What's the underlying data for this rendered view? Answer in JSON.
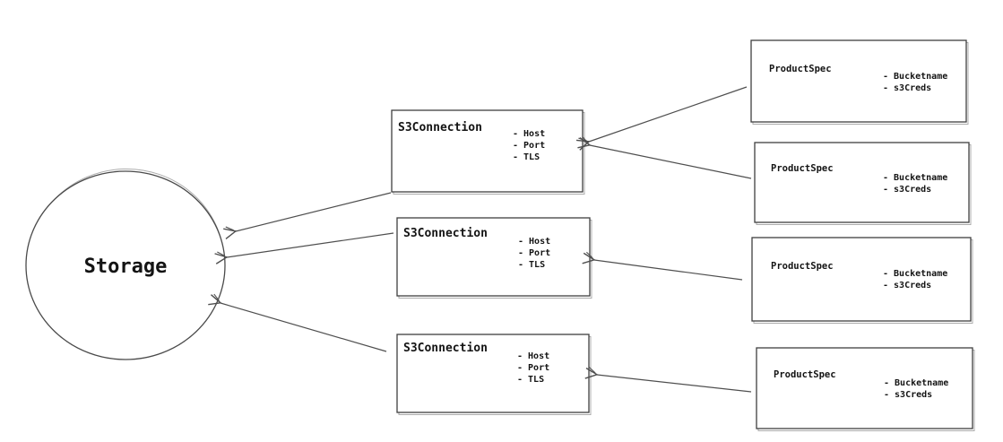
{
  "diagram": {
    "storage": {
      "label": "Storage"
    },
    "s3connections": [
      {
        "title": "S3Connection",
        "attrs": [
          "- Host",
          "- Port",
          "- TLS"
        ]
      },
      {
        "title": "S3Connection",
        "attrs": [
          "- Host",
          "- Port",
          "- TLS"
        ]
      },
      {
        "title": "S3Connection",
        "attrs": [
          "- Host",
          "- Port",
          "- TLS"
        ]
      }
    ],
    "productspecs": [
      {
        "title": "ProductSpec",
        "attrs": [
          "- Bucketname",
          "- s3Creds"
        ]
      },
      {
        "title": "ProductSpec",
        "attrs": [
          "- Bucketname",
          "- s3Creds"
        ]
      },
      {
        "title": "ProductSpec",
        "attrs": [
          "- Bucketname",
          "- s3Creds"
        ]
      },
      {
        "title": "ProductSpec",
        "attrs": [
          "- Bucketname",
          "- s3Creds"
        ]
      }
    ],
    "colors": {
      "stroke": "#4f4f4f",
      "text": "#141414",
      "background": "#ffffff"
    }
  }
}
